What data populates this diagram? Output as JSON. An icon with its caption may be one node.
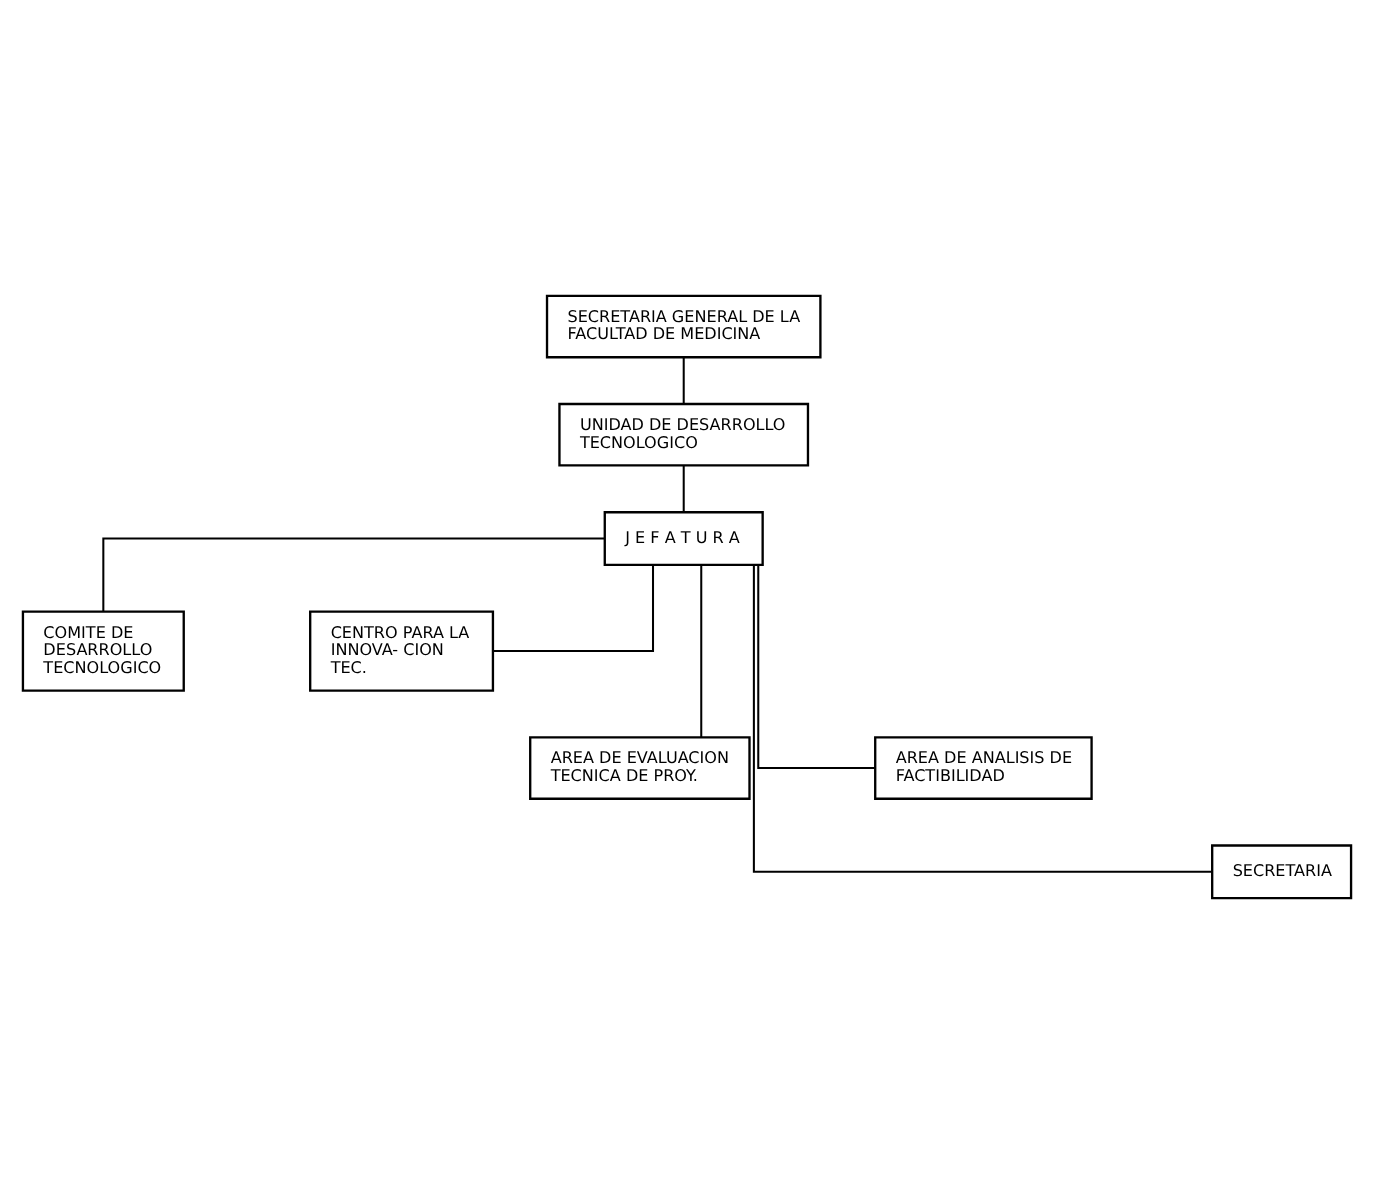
{
  "diagram": {
    "nodes": [
      {
        "text": [
          "SECRETARIA GENERAL DE LA FACULTAD DE MEDICINA"
        ]
      },
      {
        "text": [
          "UNIDAD DE DESARROLLO TECNOLOGICO"
        ]
      },
      {
        "text": [
          "J E F A T U R A"
        ]
      },
      {
        "text": [
          "COMITE DE DESARROLLO TECNOLOGICO"
        ]
      },
      {
        "text": [
          "CENTRO PARA LA INNOVA- CION TEC."
        ]
      },
      {
        "text": [
          "AREA DE EVALUACION TECNICA DE PROY."
        ]
      },
      {
        "text": [
          "AREA DE ANALISIS DE FACTIBILIDAD"
        ]
      },
      {
        "text": [
          "SECRETARIA"
        ]
      }
    ],
    "edges": [
      {
        "from": 0,
        "to": 1,
        "arrow": "none"
      },
      {
        "from": 1,
        "to": 2,
        "arrow": "none"
      },
      {
        "from": 2,
        "to": 3,
        "arrow": "none"
      },
      {
        "from": 2,
        "to": 4,
        "arrow": "none"
      },
      {
        "from": 2,
        "to": 5,
        "arrow": "none"
      },
      {
        "from": 2,
        "to": 6,
        "arrow": "none"
      },
      {
        "from": 2,
        "to": 7,
        "arrow": "none"
      }
    ]
  }
}
